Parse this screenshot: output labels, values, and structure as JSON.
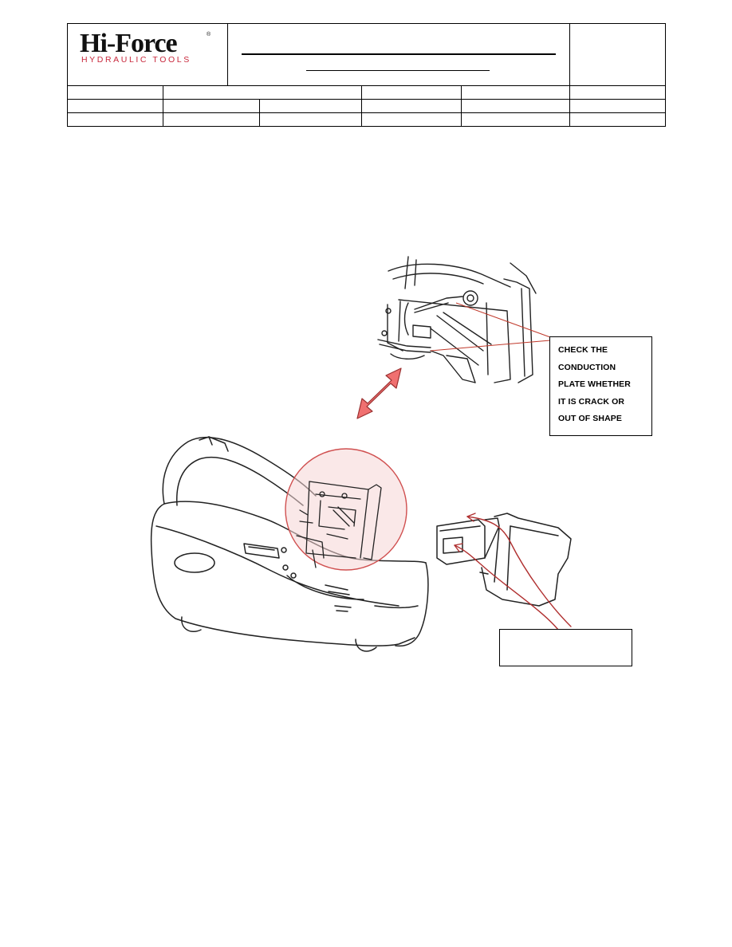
{
  "logo": {
    "brand": "Hi-Force",
    "registered": "®",
    "tagline": "HYDRAULIC TOOLS",
    "brand_color": "#c8283c"
  },
  "header": {
    "title_rule": "",
    "subtitle_rule": ""
  },
  "callouts": {
    "check_plate": {
      "lines": [
        "CHECK  THE",
        "CONDUCTION",
        "PLATE WHETHER",
        "IT IS CRACK OR",
        "OUT OF SHAPE"
      ]
    },
    "battery_note": {
      "text": ""
    }
  },
  "colors": {
    "arrow_fill": "#f07070",
    "leader_red": "#b03030",
    "circle_fill": "#f6d6d6",
    "circle_stroke": "#d05050"
  },
  "icons": [
    "double-arrow-icon",
    "leader-arrow-icon"
  ]
}
